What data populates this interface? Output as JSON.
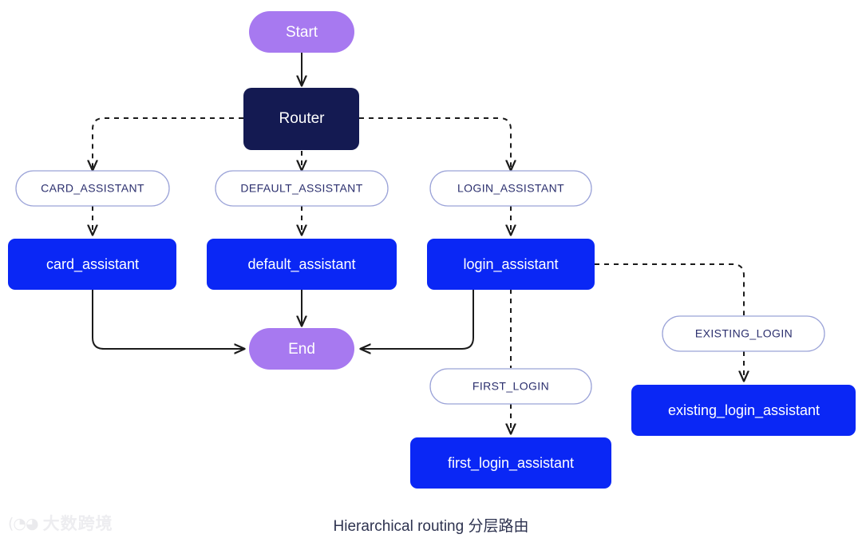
{
  "diagram": {
    "caption": "Hierarchical routing  分层路由",
    "colors": {
      "background": "#ffffff",
      "terminal": "#a779f0",
      "router": "#141a52",
      "assistant": "#0a27f5",
      "route_border": "#9ba3d8",
      "route_text": "#2b2f6e",
      "edge": "#1b1b1b",
      "caption": "#2e3350"
    },
    "terminals": [
      {
        "id": "start",
        "label": "Start"
      },
      {
        "id": "end",
        "label": "End"
      }
    ],
    "router": {
      "id": "router",
      "label": "Router"
    },
    "route_labels": [
      {
        "id": "card-assistant-route",
        "label": "CARD_ASSISTANT"
      },
      {
        "id": "default-assistant-route",
        "label": "DEFAULT_ASSISTANT"
      },
      {
        "id": "login-assistant-route",
        "label": "LOGIN_ASSISTANT"
      },
      {
        "id": "first-login-route",
        "label": "FIRST_LOGIN"
      },
      {
        "id": "existing-login-route",
        "label": "EXISTING_LOGIN"
      }
    ],
    "assistants": [
      {
        "id": "card-assistant",
        "label": "card_assistant"
      },
      {
        "id": "default-assistant",
        "label": "default_assistant"
      },
      {
        "id": "login-assistant",
        "label": "login_assistant"
      },
      {
        "id": "first-login-assistant",
        "label": "first_login_assistant"
      },
      {
        "id": "existing-login-assistant",
        "label": "existing_login_assistant"
      }
    ],
    "edges": [
      {
        "from": "Start",
        "to": "Router",
        "style": "solid"
      },
      {
        "from": "Router",
        "to": "CARD_ASSISTANT",
        "style": "dashed"
      },
      {
        "from": "Router",
        "to": "DEFAULT_ASSISTANT",
        "style": "dashed"
      },
      {
        "from": "Router",
        "to": "LOGIN_ASSISTANT",
        "style": "dashed"
      },
      {
        "from": "CARD_ASSISTANT",
        "to": "card_assistant",
        "style": "dashed"
      },
      {
        "from": "DEFAULT_ASSISTANT",
        "to": "default_assistant",
        "style": "dashed"
      },
      {
        "from": "LOGIN_ASSISTANT",
        "to": "login_assistant",
        "style": "dashed"
      },
      {
        "from": "card_assistant",
        "to": "End",
        "style": "solid"
      },
      {
        "from": "default_assistant",
        "to": "End",
        "style": "solid"
      },
      {
        "from": "login_assistant",
        "to": "End",
        "style": "solid"
      },
      {
        "from": "login_assistant",
        "to": "FIRST_LOGIN",
        "style": "dashed"
      },
      {
        "from": "login_assistant",
        "to": "EXISTING_LOGIN",
        "style": "dashed"
      },
      {
        "from": "FIRST_LOGIN",
        "to": "first_login_assistant",
        "style": "dashed"
      },
      {
        "from": "EXISTING_LOGIN",
        "to": "existing_login_assistant",
        "style": "dashed"
      }
    ]
  },
  "watermark": {
    "mark": "(◔◕",
    "text": "大数跨境"
  }
}
